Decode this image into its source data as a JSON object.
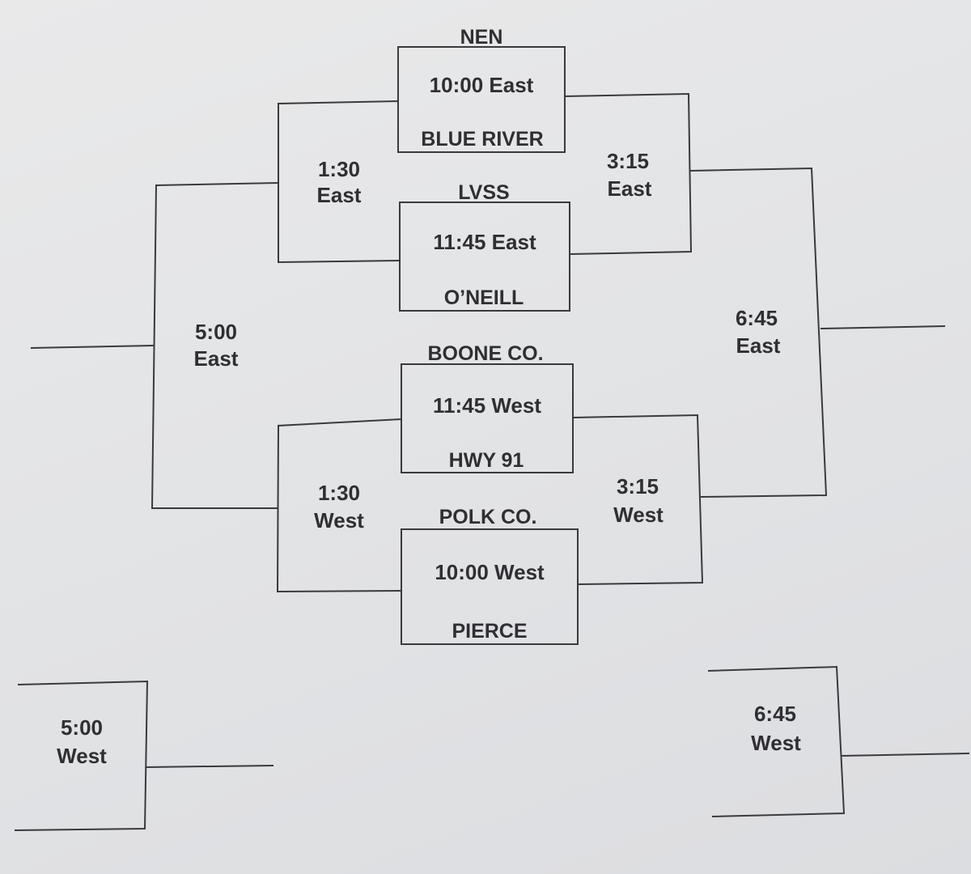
{
  "bracket": {
    "line_color": "#3a3a3e",
    "text_color": "#2f2f33",
    "paper_color": "#e6e7e9",
    "first_round": [
      {
        "top_team": "NEN",
        "time": "10:00 East",
        "bottom_team": "BLUE RIVER"
      },
      {
        "top_team": "LVSS",
        "time": "11:45 East",
        "bottom_team": "O’NEILL"
      },
      {
        "top_team": "BOONE CO.",
        "time": "11:45 West",
        "bottom_team": "HWY 91"
      },
      {
        "top_team": "POLK CO.",
        "time": "10:00 West",
        "bottom_team": "PIERCE"
      }
    ],
    "left_semis": [
      {
        "time": "1:30",
        "court": "East"
      },
      {
        "time": "1:30",
        "court": "West"
      }
    ],
    "right_semis": [
      {
        "time": "3:15",
        "court": "East"
      },
      {
        "time": "3:15",
        "court": "West"
      }
    ],
    "left_final": {
      "time": "5:00",
      "court": "East"
    },
    "right_final": {
      "time": "6:45",
      "court": "East"
    },
    "consolation_left": {
      "time": "5:00",
      "court": "West"
    },
    "consolation_right": {
      "time": "6:45",
      "court": "West"
    }
  }
}
